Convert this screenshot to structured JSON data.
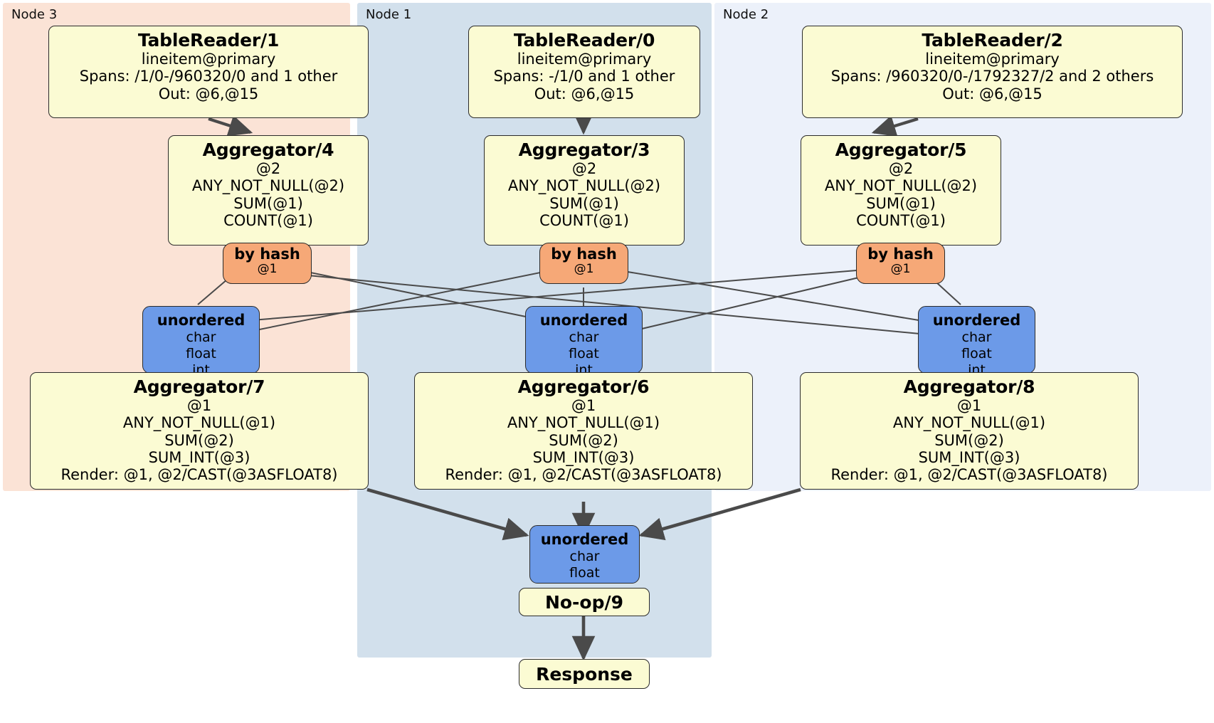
{
  "diagram": {
    "type": "distsql-execution-plan",
    "colors": {
      "node3_panel": "#fbe3d6",
      "node1_panel": "#d2e0ec",
      "node2_panel": "#ecf1fa",
      "processor_fill": "#fbfbd3",
      "router_fill": "#f6a877",
      "synchronizer_fill": "#6c9ae8",
      "stroke": "#2b2b2b",
      "edge": "#4a4a4a",
      "background": "#ffffff"
    }
  },
  "panels": [
    {
      "id": "node3",
      "label": "Node 3"
    },
    {
      "id": "node1",
      "label": "Node 1"
    },
    {
      "id": "node2",
      "label": "Node 2"
    }
  ],
  "table_readers": [
    {
      "title": "TableReader/1",
      "table": "lineitem@primary",
      "spans": "Spans: /1/0-/960320/0 and 1 other",
      "out": "Out: @6,@15"
    },
    {
      "title": "TableReader/0",
      "table": "lineitem@primary",
      "spans": "Spans: -/1/0 and 1 other",
      "out": "Out: @6,@15"
    },
    {
      "title": "TableReader/2",
      "table": "lineitem@primary",
      "spans": "Spans: /960320/0-/1792327/2 and 2 others",
      "out": "Out: @6,@15"
    }
  ],
  "aggregators_top": [
    {
      "title": "Aggregator/4",
      "lines": [
        "@2",
        "ANY_NOT_NULL(@2)",
        "SUM(@1)",
        "COUNT(@1)"
      ]
    },
    {
      "title": "Aggregator/3",
      "lines": [
        "@2",
        "ANY_NOT_NULL(@2)",
        "SUM(@1)",
        "COUNT(@1)"
      ]
    },
    {
      "title": "Aggregator/5",
      "lines": [
        "@2",
        "ANY_NOT_NULL(@2)",
        "SUM(@1)",
        "COUNT(@1)"
      ]
    }
  ],
  "routers": [
    {
      "title": "by hash",
      "detail": "@1"
    },
    {
      "title": "by hash",
      "detail": "@1"
    },
    {
      "title": "by hash",
      "detail": "@1"
    }
  ],
  "synchronizers_mid": [
    {
      "title": "unordered",
      "types": [
        "char",
        "float",
        "int"
      ]
    },
    {
      "title": "unordered",
      "types": [
        "char",
        "float",
        "int"
      ]
    },
    {
      "title": "unordered",
      "types": [
        "char",
        "float",
        "int"
      ]
    }
  ],
  "aggregators_bottom": [
    {
      "title": "Aggregator/7",
      "lines": [
        "@1",
        "ANY_NOT_NULL(@1)",
        "SUM(@2)",
        "SUM_INT(@3)",
        "Render: @1, @2/CAST(@3ASFLOAT8)"
      ]
    },
    {
      "title": "Aggregator/6",
      "lines": [
        "@1",
        "ANY_NOT_NULL(@1)",
        "SUM(@2)",
        "SUM_INT(@3)",
        "Render: @1, @2/CAST(@3ASFLOAT8)"
      ]
    },
    {
      "title": "Aggregator/8",
      "lines": [
        "@1",
        "ANY_NOT_NULL(@1)",
        "SUM(@2)",
        "SUM_INT(@3)",
        "Render: @1, @2/CAST(@3ASFLOAT8)"
      ]
    }
  ],
  "final_sync": {
    "title": "unordered",
    "types": [
      "char",
      "float"
    ]
  },
  "noop": {
    "label": "No-op/9"
  },
  "response": {
    "label": "Response"
  }
}
